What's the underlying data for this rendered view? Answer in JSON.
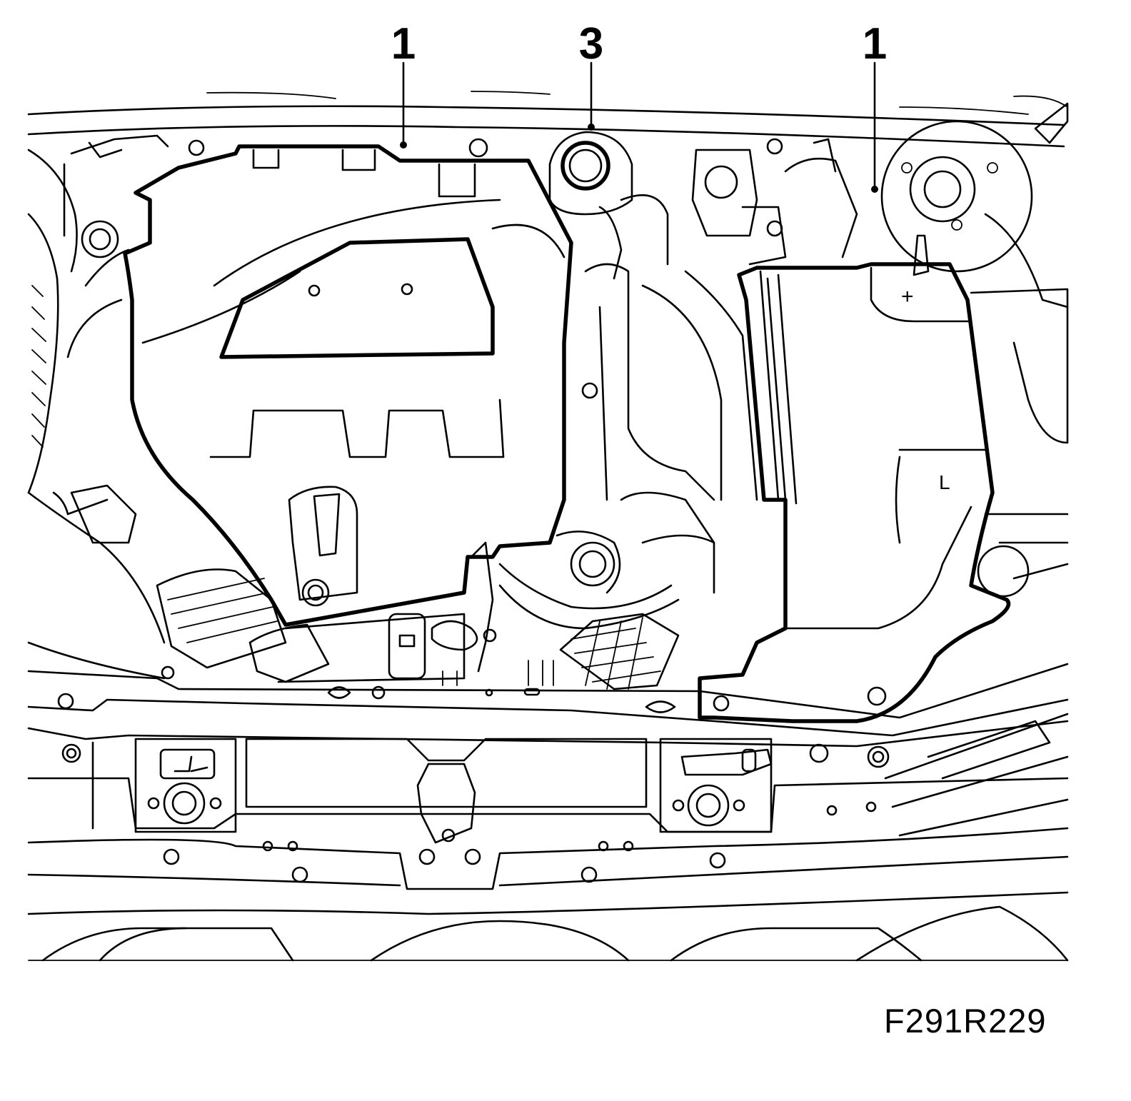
{
  "callouts": [
    {
      "id": "left-cover",
      "label": "1"
    },
    {
      "id": "expansion-tank",
      "label": "3"
    },
    {
      "id": "right-cover",
      "label": "1"
    }
  ],
  "figure_code": "F291R229",
  "battery_marks": {
    "plus": "+",
    "letter": "L"
  },
  "colors": {
    "ink": "#000000",
    "paper": "#ffffff"
  }
}
